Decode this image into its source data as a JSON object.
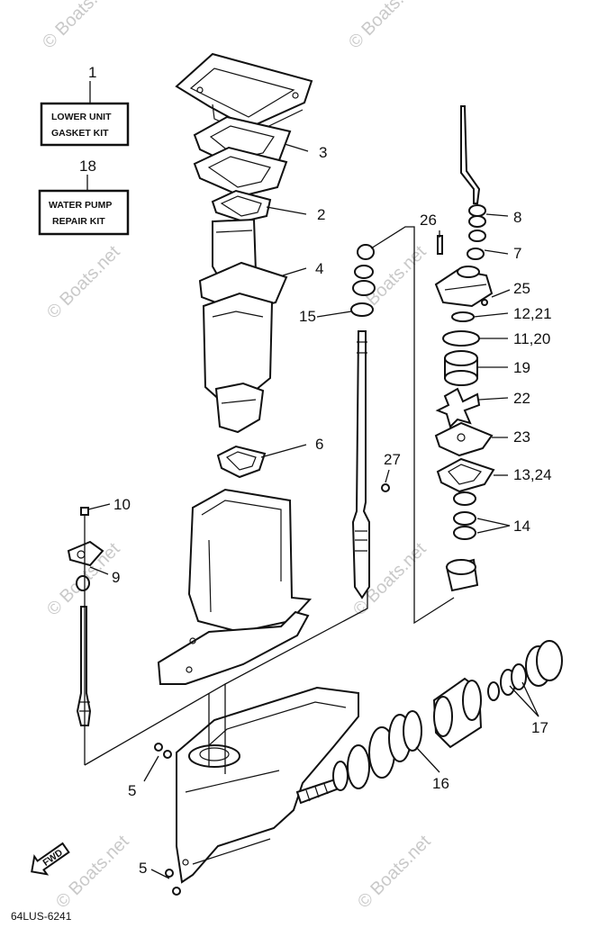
{
  "kits": [
    {
      "number": "1",
      "line1": "LOWER UNIT",
      "line2": "GASKET KIT"
    },
    {
      "number": "18",
      "line1": "WATER PUMP",
      "line2": "REPAIR KIT"
    }
  ],
  "callouts": {
    "c2": "2",
    "c3": "3",
    "c4": "4",
    "c5a": "5",
    "c5b": "5",
    "c6": "6",
    "c7": "7",
    "c8": "8",
    "c9": "9",
    "c10": "10",
    "c11_20": "11,20",
    "c12_21": "12,21",
    "c13_24": "13,24",
    "c14": "14",
    "c15": "15",
    "c16": "16",
    "c17": "17",
    "c19": "19",
    "c22": "22",
    "c23": "23",
    "c25": "25",
    "c26": "26",
    "c27": "27"
  },
  "fwd_label": "FWD",
  "diagram_code": "64LUS-6241",
  "watermark": "© Boats.net"
}
